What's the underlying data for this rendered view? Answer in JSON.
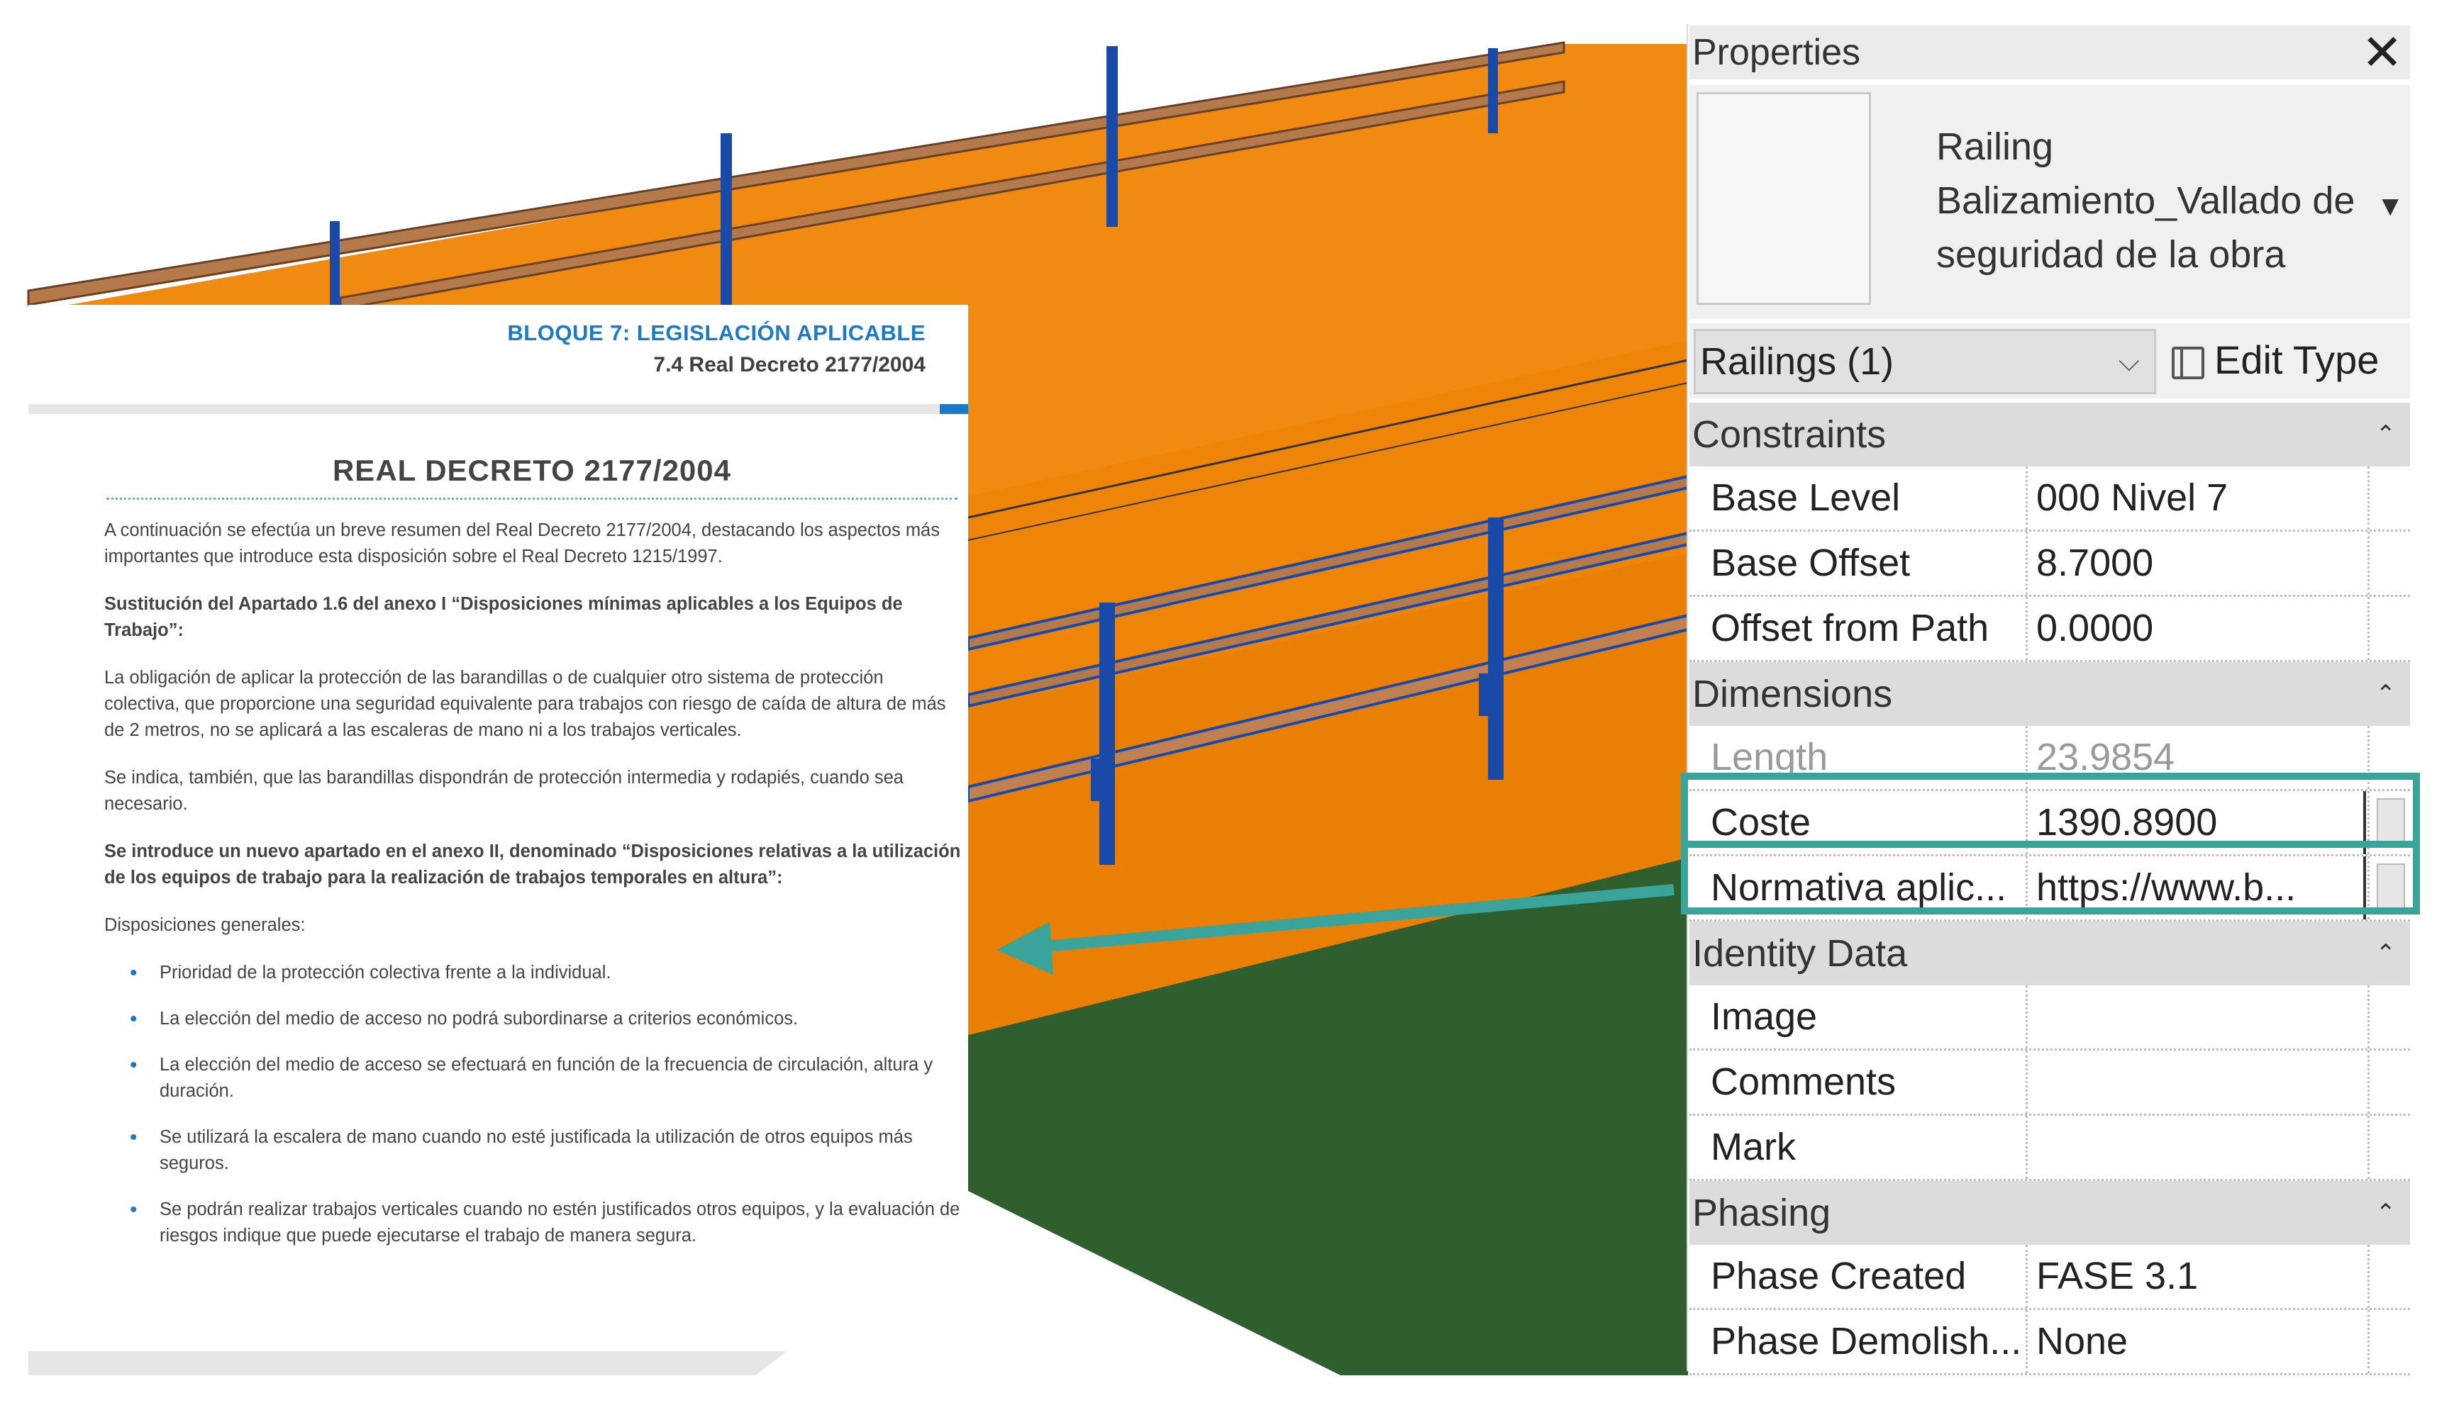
{
  "document": {
    "section": "BLOQUE 7: LEGISLACIÓN APLICABLE",
    "subsection": "7.4 Real Decreto 2177/2004",
    "title": "REAL DECRETO 2177/2004",
    "paragraphs": [
      "A continuación se efectúa un breve resumen del Real Decreto 2177/2004, destacando los aspectos más importantes que introduce esta disposición sobre el Real Decreto 1215/1997.",
      "Sustitución del Apartado 1.6 del anexo I “Disposiciones mínimas aplicables a los Equipos de Trabajo”:",
      "La obligación de aplicar la protección de las barandillas o de cualquier otro sistema de protección colectiva, que proporcione una seguridad equivalente para trabajos con riesgo de caída de altura de más de 2 metros, no se aplicará a las escaleras de mano ni a los trabajos verticales.",
      "Se indica, también, que las barandillas dispondrán de protección intermedia y rodapiés, cuando sea necesario.",
      "Se introduce un nuevo apartado en el anexo II, denominado “Disposiciones relativas a la utilización de los equipos de trabajo para la realización de trabajos temporales en altura”:",
      "Disposiciones generales:"
    ],
    "bullets": [
      "Prioridad de la protección colectiva frente a la individual.",
      "La elección del medio de acceso no podrá subordinarse a criterios económicos.",
      "La elección del medio de acceso se efectuará en función de la frecuencia de circulación, altura y duración.",
      "Se utilizará la escalera de mano cuando no esté justificada la utilización de otros equipos más seguros.",
      "Se podrán realizar trabajos verticales cuando no estén justificados otros equipos, y la evaluación de riesgos indique que puede ejecutarse el trabajo de manera segura."
    ]
  },
  "properties": {
    "title": "Properties",
    "close_icon": "close-icon",
    "type_selector": {
      "line1": "Railing",
      "line2": "Balizamiento_Vallado de",
      "line3": "seguridad de la obra"
    },
    "filter": "Railings (1)",
    "edit_type": "Edit Type",
    "groups": {
      "constraints": "Constraints",
      "dimensions": "Dimensions",
      "identity": "Identity Data",
      "phasing": "Phasing"
    },
    "rows": {
      "base_level": {
        "label": "Base Level",
        "value": "000 Nivel 7"
      },
      "base_offset": {
        "label": "Base Offset",
        "value": "8.7000"
      },
      "offset_path": {
        "label": "Offset from Path",
        "value": "0.0000"
      },
      "length": {
        "label": "Length",
        "value": "23.9854"
      },
      "coste": {
        "label": "Coste",
        "value": "1390.8900"
      },
      "normativa": {
        "label": "Normativa aplic...",
        "value": "https://www.b..."
      },
      "image": {
        "label": "Image",
        "value": ""
      },
      "comments": {
        "label": "Comments",
        "value": ""
      },
      "mark": {
        "label": "Mark",
        "value": ""
      },
      "phase_created": {
        "label": "Phase Created",
        "value": "FASE 3.1"
      },
      "phase_demolished": {
        "label": "Phase Demolish...",
        "value": "None"
      }
    }
  },
  "colors": {
    "highlight": "#3aa39a",
    "orange_wall": "#f08a10",
    "ground": "#2f5e2f",
    "rail_wood": "#b57a4b",
    "rail_post": "#1a4aa8"
  }
}
